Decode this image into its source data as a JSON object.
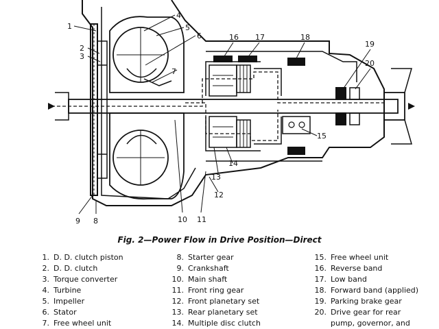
{
  "caption": "Fig. 2—Power Flow in Drive Position—Direct",
  "callouts": [
    "1",
    "2",
    "3",
    "4",
    "5",
    "6",
    "7",
    "8",
    "9",
    "10",
    "11",
    "12",
    "13",
    "14",
    "15",
    "16",
    "17",
    "18",
    "19",
    "20"
  ],
  "legend": {
    "col1": [
      {
        "n": "1.",
        "text": "D. D. clutch piston"
      },
      {
        "n": "2.",
        "text": "D. D. clutch"
      },
      {
        "n": "3.",
        "text": "Torque converter"
      },
      {
        "n": "4.",
        "text": "Turbine"
      },
      {
        "n": "5.",
        "text": "Impeller"
      },
      {
        "n": "6.",
        "text": "Stator"
      },
      {
        "n": "7.",
        "text": "Free wheel unit"
      }
    ],
    "col2": [
      {
        "n": "8.",
        "text": "Starter gear"
      },
      {
        "n": "9.",
        "text": "Crankshaft"
      },
      {
        "n": "10.",
        "text": "Main shaft"
      },
      {
        "n": "11.",
        "text": "Front ring gear"
      },
      {
        "n": "12.",
        "text": "Front planetary set"
      },
      {
        "n": "13.",
        "text": "Rear planetary set"
      },
      {
        "n": "14.",
        "text": "Multiple disc clutch"
      }
    ],
    "col3": [
      {
        "n": "15.",
        "text": "Free wheel unit"
      },
      {
        "n": "16.",
        "text": "Reverse band"
      },
      {
        "n": "17.",
        "text": "Low band"
      },
      {
        "n": "18.",
        "text": "Forward band (applied)"
      },
      {
        "n": "19.",
        "text": "Parking brake gear"
      },
      {
        "n": "20.",
        "text": "Drive gear for rear",
        "cont": "pump, governor, and"
      }
    ]
  }
}
